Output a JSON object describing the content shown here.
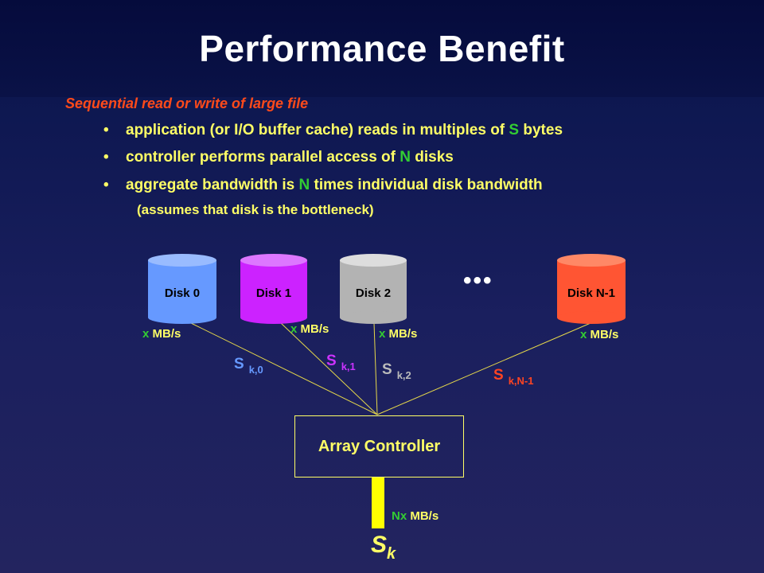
{
  "slide": {
    "title": "Performance Benefit",
    "heading": "Sequential read or write of large file",
    "bullets": [
      {
        "pre": "application (or I/O buffer cache) reads in multiples of ",
        "hl": "S",
        "post": " bytes"
      },
      {
        "pre": "controller performs parallel access of ",
        "hl": "N",
        "post": " disks"
      },
      {
        "pre": "aggregate bandwidth is ",
        "hl": "N",
        "post": " times individual disk bandwidth"
      }
    ],
    "note": "(assumes that disk is the bottleneck)"
  },
  "diagram": {
    "disks": [
      {
        "label": "Disk 0",
        "color": "#6699ff",
        "rate_var": "x",
        "rate_unit": " MB/s",
        "stripe": "S",
        "stripe_sub": "k,0",
        "stripe_color": "#6699ff"
      },
      {
        "label": "Disk 1",
        "color": "#cc33ff",
        "rate_var": "x",
        "rate_unit": " MB/s",
        "stripe": "S",
        "stripe_sub": "k,1",
        "stripe_color": "#cc33ff"
      },
      {
        "label": "Disk 2",
        "color": "#bbbbbb",
        "rate_var": "x",
        "rate_unit": " MB/s",
        "stripe": "S",
        "stripe_sub": "k,2",
        "stripe_color": "#bbbbbb"
      },
      {
        "label": "Disk N-1",
        "color": "#ff5533",
        "rate_var": "x",
        "rate_unit": " MB/s",
        "stripe": "S",
        "stripe_sub": "k,N-1",
        "stripe_color": "#ff4422"
      }
    ],
    "ellipsis": "•••",
    "controller_label": "Array Controller",
    "aggregate_var": "Nx",
    "aggregate_unit": " MB/s",
    "output_symbol": "S",
    "output_sub": "k"
  },
  "colors": {
    "text_yellow": "#ffff66",
    "highlight_green": "#33cc33",
    "heading_red": "#ff4a1a",
    "wire": "#e6d84a",
    "bus": "#ffff00"
  }
}
